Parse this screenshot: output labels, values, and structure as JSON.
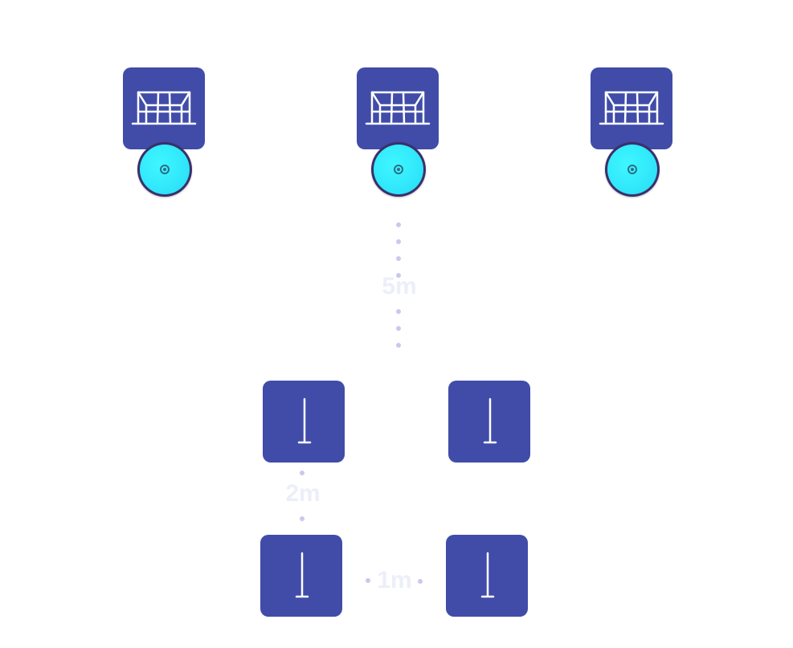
{
  "diagram": {
    "goals": [
      {
        "icon": "goal-icon",
        "ball_icon": "ball-icon"
      },
      {
        "icon": "goal-icon",
        "ball_icon": "ball-icon"
      },
      {
        "icon": "goal-icon",
        "ball_icon": "ball-icon"
      }
    ],
    "poles": [
      {
        "icon": "pole-icon"
      },
      {
        "icon": "pole-icon"
      },
      {
        "icon": "pole-icon"
      },
      {
        "icon": "pole-icon"
      }
    ],
    "distances": {
      "goal_to_poles": "5m",
      "pole_rows": "2m",
      "pole_pair": "1m"
    },
    "colors": {
      "tile": "#404ca8",
      "icon_stroke": "#ffffff",
      "ball": "#33ecfc",
      "ball_rim": "#3b2f6b",
      "dots": "#c9c9ee",
      "distance_text": "#eceefa"
    }
  }
}
